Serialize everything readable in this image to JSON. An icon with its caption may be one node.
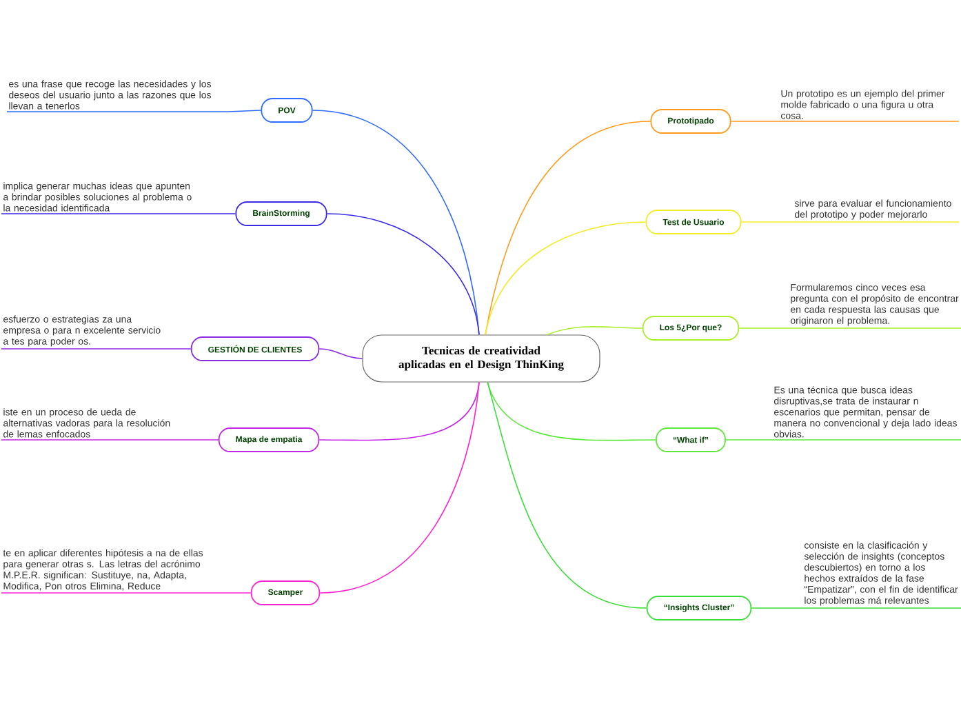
{
  "diagram": {
    "nodes": [
      {
        "text": [
          "Tecnicas de creatividad aplicadas en el Design ThinKing"
        ]
      },
      {
        "text": [
          "POV"
        ]
      },
      {
        "text": [
          "es una frase que recoge las necesidades y los deseos del usuario junto a las razones que los llevan a tenerlos"
        ]
      },
      {
        "text": [
          "BrainStorming"
        ]
      },
      {
        "text": [
          "implica generar muchas ideas que apunten a brindar posibles soluciones al problema o la necesidad identificada"
        ]
      },
      {
        "text": [
          "GESTIÓN DE CLIENTES"
        ]
      },
      {
        "text": [
          "esfuerzo o estrategias za una empresa o para n excelente servicio a tes para poder os."
        ]
      },
      {
        "text": [
          "Mapa de empatia"
        ]
      },
      {
        "text": [
          "iste en un proceso de ueda de alternativas vadoras para la resolución de lemas enfocados"
        ]
      },
      {
        "text": [
          "Scamper"
        ]
      },
      {
        "text": [
          "te en aplicar diferentes hipótesis a na de ellas para generar otras s. Las letras del acrónimo M.P.E.R. significan: Sustituye, na, Adapta, Modifica, Pon otros Elimina, Reduce"
        ]
      },
      {
        "text": [
          "Prototipado"
        ]
      },
      {
        "text": [
          "Un prototipo es un ejemplo del primer molde fabricado o una figura u otra cosa."
        ]
      },
      {
        "text": [
          "Test de Usuario"
        ]
      },
      {
        "text": [
          "sirve para evaluar el funcionamiento del prototipo y poder mejorarlo"
        ]
      },
      {
        "text": [
          "Los 5¿Por que?"
        ]
      },
      {
        "text": [
          "Formularemos cinco veces esa pregunta con el propósito de encontrar en cada respuesta las causas que originaron el problema."
        ]
      },
      {
        "text": [
          "“What if”"
        ]
      },
      {
        "text": [
          "Es una técnica que busca ideas disruptivas,se trata de instaurar n escenarios que permitan, pensar de manera no convencional y deja lado ideas obvias."
        ]
      },
      {
        "text": [
          "“Insights Cluster”"
        ]
      },
      {
        "text": [
          "consiste en la clasificación y selección de insights (conceptos descubiertos) en torno a los hechos extraídos de la fase “Empatizar”, con el fin de identificar los problemas má relevantes"
        ]
      }
    ],
    "edges": [
      {
        "from": 0,
        "to": 1,
        "arrow": "none",
        "color": "#2f6bff"
      },
      {
        "from": 1,
        "to": 2,
        "arrow": "none",
        "color": "#2f6bff"
      },
      {
        "from": 0,
        "to": 3,
        "arrow": "none",
        "color": "#3a2ae6"
      },
      {
        "from": 3,
        "to": 4,
        "arrow": "none",
        "color": "#3a2ae6"
      },
      {
        "from": 0,
        "to": 5,
        "arrow": "none",
        "color": "#8a2be2"
      },
      {
        "from": 5,
        "to": 6,
        "arrow": "none",
        "color": "#8a2be2"
      },
      {
        "from": 0,
        "to": 7,
        "arrow": "none",
        "color": "#c426e6"
      },
      {
        "from": 7,
        "to": 8,
        "arrow": "none",
        "color": "#c426e6"
      },
      {
        "from": 0,
        "to": 9,
        "arrow": "none",
        "color": "#ff22d2"
      },
      {
        "from": 9,
        "to": 10,
        "arrow": "none",
        "color": "#ff22d2"
      },
      {
        "from": 0,
        "to": 11,
        "arrow": "none",
        "color": "#ff9a1a"
      },
      {
        "from": 11,
        "to": 12,
        "arrow": "none",
        "color": "#ff9a1a"
      },
      {
        "from": 0,
        "to": 13,
        "arrow": "none",
        "color": "#f2ec2a"
      },
      {
        "from": 13,
        "to": 14,
        "arrow": "none",
        "color": "#f2ec2a"
      },
      {
        "from": 0,
        "to": 15,
        "arrow": "none",
        "color": "#aaee2a"
      },
      {
        "from": 15,
        "to": 16,
        "arrow": "none",
        "color": "#aaee2a"
      },
      {
        "from": 0,
        "to": 17,
        "arrow": "none",
        "color": "#5ce83a"
      },
      {
        "from": 17,
        "to": 18,
        "arrow": "none",
        "color": "#5ce83a"
      },
      {
        "from": 0,
        "to": 19,
        "arrow": "none",
        "color": "#3ade3a"
      },
      {
        "from": 19,
        "to": 20,
        "arrow": "none",
        "color": "#3ade3a"
      }
    ]
  }
}
